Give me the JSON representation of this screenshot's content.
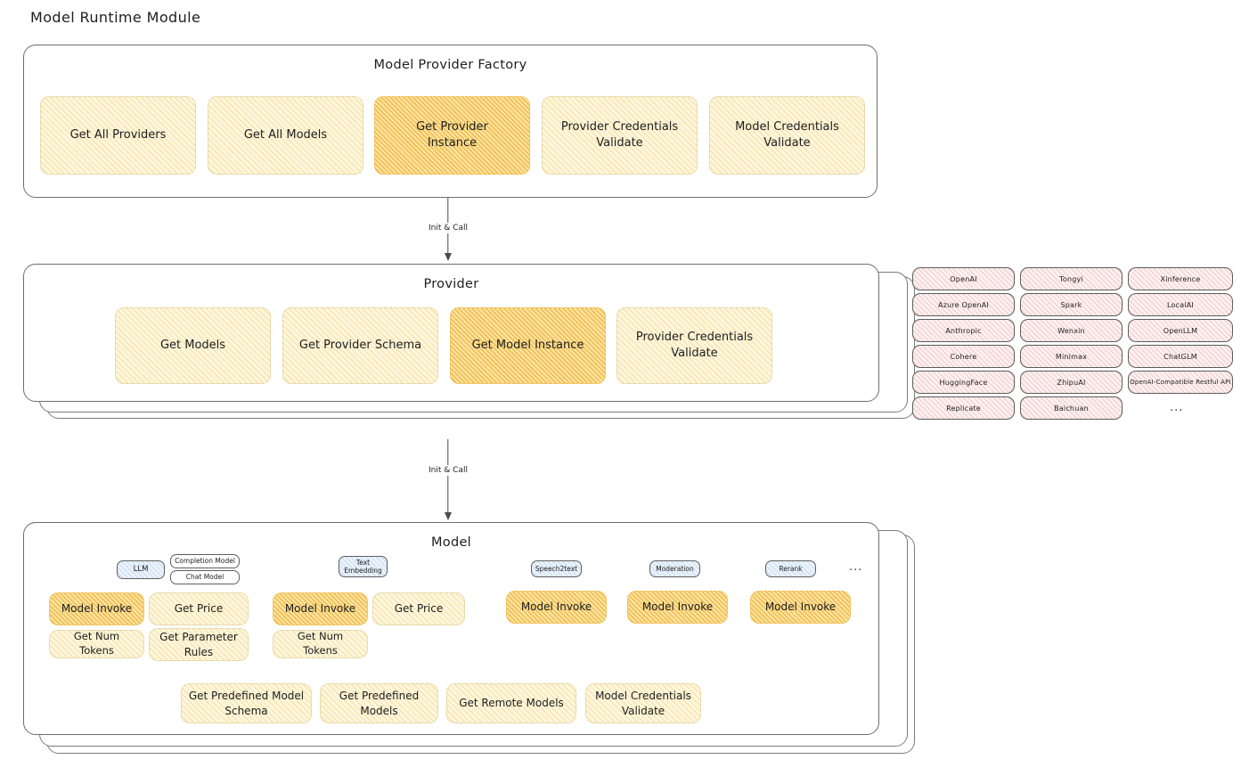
{
  "page": {
    "title": "Model Runtime Module"
  },
  "factory": {
    "title": "Model Provider Factory",
    "nodes": [
      {
        "label": "Get All Providers",
        "highlight": false
      },
      {
        "label": "Get All Models",
        "highlight": false
      },
      {
        "label": "Get Provider\nInstance",
        "highlight": true
      },
      {
        "label": "Provider Credentials\nValidate",
        "highlight": false
      },
      {
        "label": "Model Credentials\nValidate",
        "highlight": false
      }
    ]
  },
  "arrow1": {
    "label": "Init & Call"
  },
  "provider": {
    "title": "Provider",
    "nodes": [
      {
        "label": "Get Models",
        "highlight": false
      },
      {
        "label": "Get Provider Schema",
        "highlight": false
      },
      {
        "label": "Get Model Instance",
        "highlight": true
      },
      {
        "label": "Provider Credentials\nValidate",
        "highlight": false
      }
    ]
  },
  "arrow2": {
    "label": "Init & Call"
  },
  "provider_list": {
    "columns": [
      [
        "OpenAI",
        "Azure OpenAI",
        "Anthropic",
        "Cohere",
        "HuggingFace",
        "Replicate"
      ],
      [
        "Tongyi",
        "Spark",
        "Wenxin",
        "Minimax",
        "ZhipuAI",
        "Baichuan"
      ],
      [
        "Xinference",
        "LocalAI",
        "OpenLLM",
        "ChatGLM",
        "OpenAI-Compatible Restful API"
      ]
    ],
    "more": "..."
  },
  "model": {
    "title": "Model",
    "more": "...",
    "types": [
      {
        "badge": "LLM",
        "sub_badges": [
          "Completion Model",
          "Chat Model"
        ],
        "nodes": [
          {
            "label": "Model Invoke",
            "highlight": true
          },
          {
            "label": "Get Price",
            "highlight": false
          },
          {
            "label": "Get Num Tokens",
            "highlight": false
          },
          {
            "label": "Get Parameter\nRules",
            "highlight": false
          }
        ]
      },
      {
        "badge": "Text\nEmbedding",
        "sub_badges": [],
        "nodes": [
          {
            "label": "Model Invoke",
            "highlight": true
          },
          {
            "label": "Get Price",
            "highlight": false
          },
          {
            "label": "Get Num Tokens",
            "highlight": false
          }
        ]
      },
      {
        "badge": "Speech2text",
        "sub_badges": [],
        "nodes": [
          {
            "label": "Model Invoke",
            "highlight": true
          }
        ]
      },
      {
        "badge": "Moderation",
        "sub_badges": [],
        "nodes": [
          {
            "label": "Model Invoke",
            "highlight": true
          }
        ]
      },
      {
        "badge": "Rerank",
        "sub_badges": [],
        "nodes": [
          {
            "label": "Model Invoke",
            "highlight": true
          }
        ]
      }
    ],
    "common_nodes": [
      {
        "label": "Get Predefined Model\nSchema",
        "highlight": false
      },
      {
        "label": "Get Predefined\nModels",
        "highlight": false
      },
      {
        "label": "Get Remote Models",
        "highlight": false
      },
      {
        "label": "Model Credentials\nValidate",
        "highlight": false
      }
    ]
  },
  "colors": {
    "node_fill": "#fdf6de",
    "node_highlight_fill": "#fbe2a4",
    "chip_fill": "#fdf0f0",
    "badge_fill": "#eaf2fb",
    "stroke": "#1e1e1e"
  }
}
